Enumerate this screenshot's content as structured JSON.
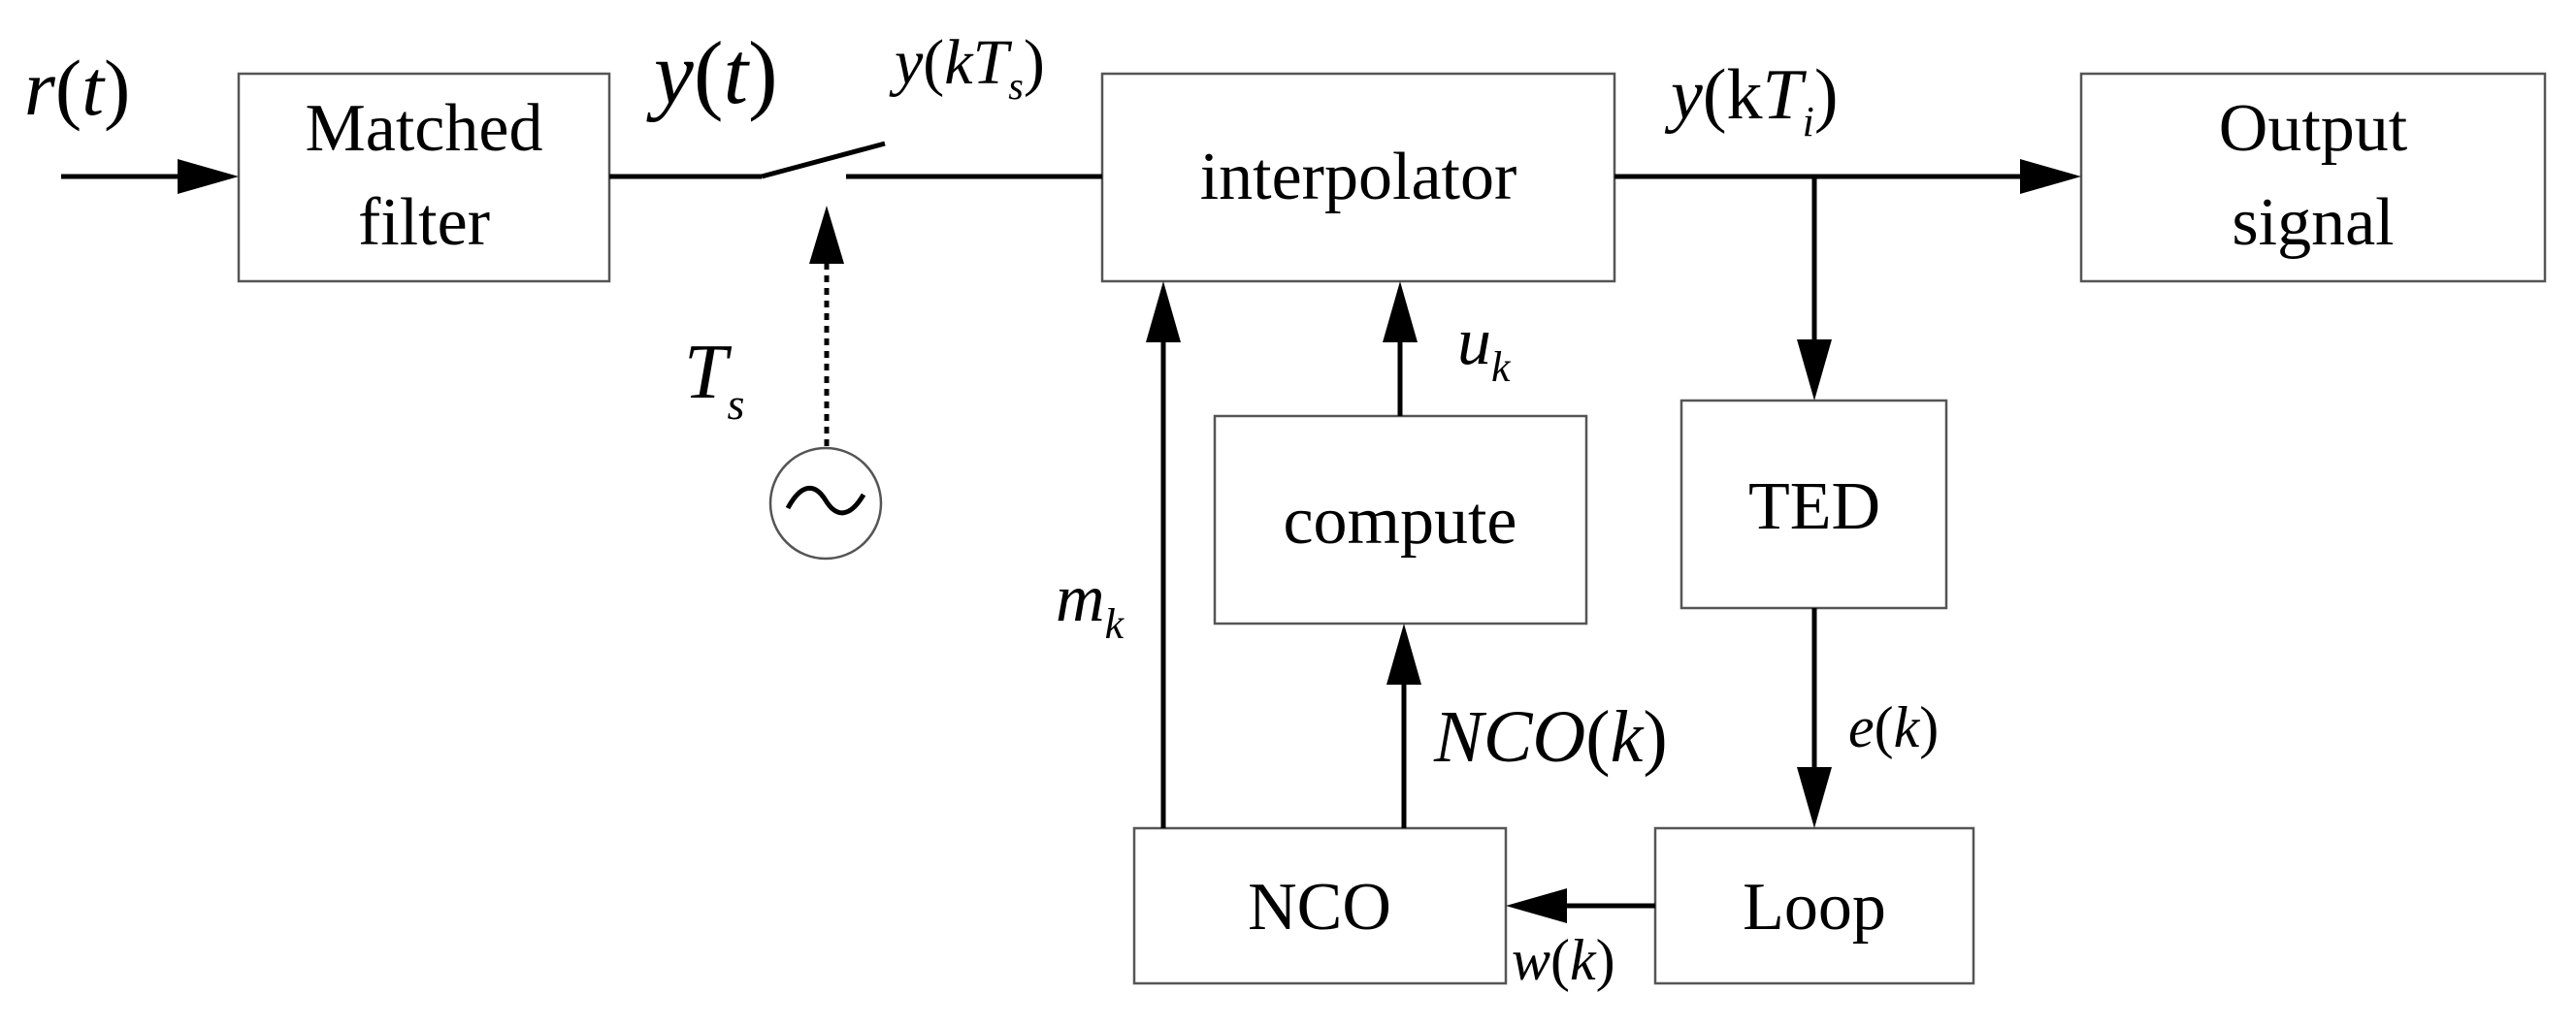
{
  "blocks": {
    "matched_filter": [
      "Matched",
      "filter"
    ],
    "interpolator": "interpolator",
    "output_signal": [
      "Output",
      "signal"
    ],
    "compute": "compute",
    "ted": "TED",
    "nco": "NCO",
    "loop": "Loop"
  },
  "signals": {
    "r_t": {
      "base": "r",
      "paren_open": "(",
      "arg": "t",
      "paren_close": ")"
    },
    "y_t": {
      "base": "y",
      "paren_open": "(",
      "arg": "t",
      "paren_close": ")"
    },
    "y_kTs": {
      "base": "y",
      "paren_open": "(",
      "arg": "kT",
      "sub": "s",
      "paren_close": ")"
    },
    "y_kTi": {
      "base": "y",
      "paren_open": "(",
      "k": "k",
      "arg": "T",
      "sub": "i",
      "paren_close": ")"
    },
    "Ts": {
      "base": "T",
      "sub": "s"
    },
    "u_k": {
      "base": "u",
      "sub": "k"
    },
    "m_k": {
      "base": "m",
      "sub": "k"
    },
    "nco_k": {
      "base": "NCO",
      "paren_open": "(",
      "arg": "k",
      "paren_close": ")"
    },
    "e_k": {
      "base": "e",
      "paren_open": "(",
      "arg": "k",
      "paren_close": ")"
    },
    "w_k": {
      "base": "w",
      "paren_open": "(",
      "arg": "k",
      "paren_close": ")"
    }
  },
  "icons": {
    "oscillator": "~"
  }
}
